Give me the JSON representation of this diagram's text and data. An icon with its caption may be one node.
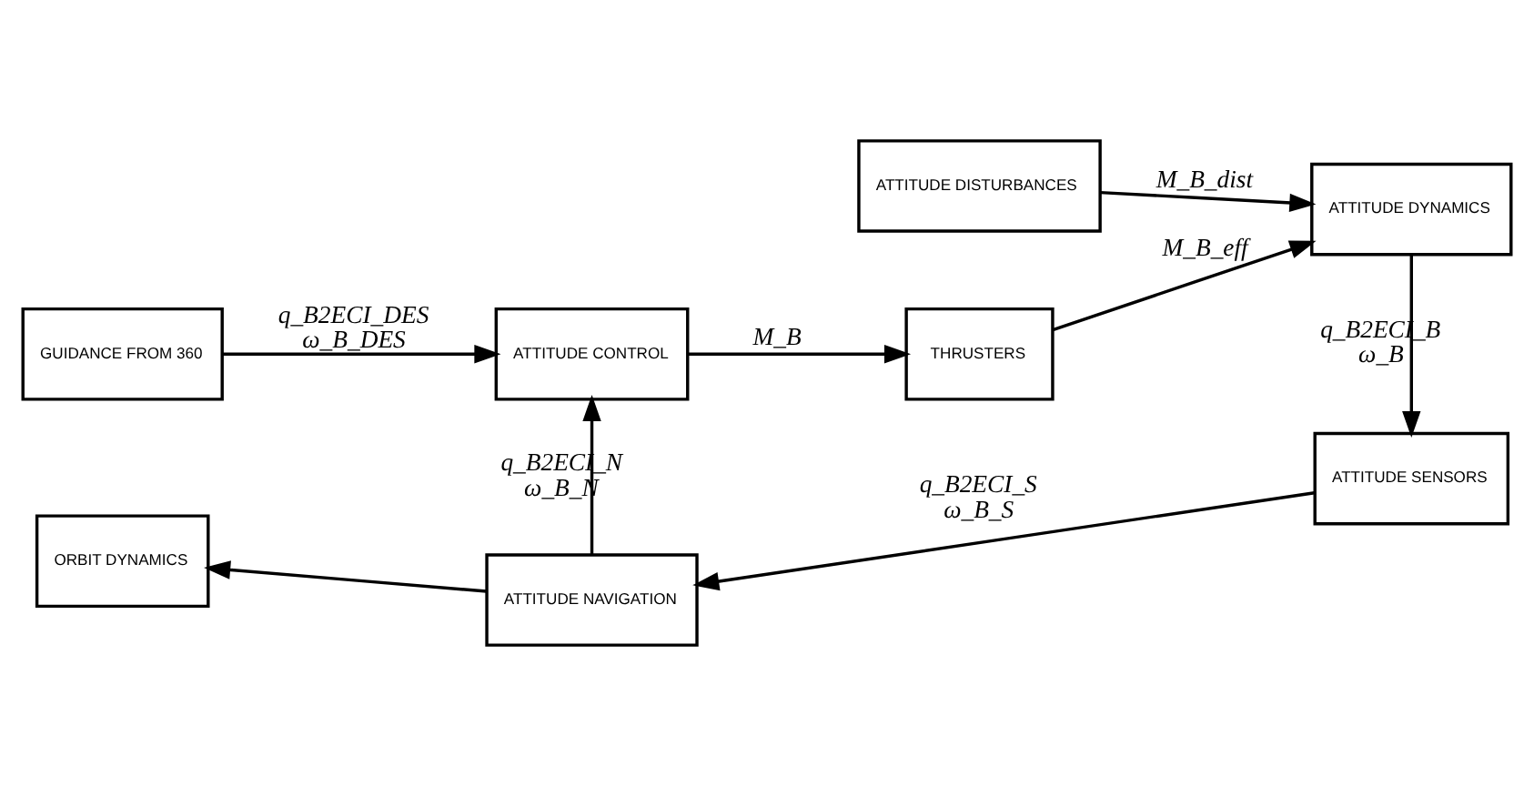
{
  "diagram": {
    "nodes": [
      {
        "text": [
          "ATTITUDE DISTURBANCES"
        ]
      },
      {
        "text": [
          "GUIDANCE FROM 360"
        ]
      },
      {
        "text": [
          "ATTITUDE CONTROL"
        ]
      },
      {
        "text": [
          "THRUSTERS"
        ]
      },
      {
        "text": [
          "ATTITUDE DYNAMICS"
        ]
      },
      {
        "text": [
          "ORBIT DYNAMICS"
        ]
      },
      {
        "text": [
          "ATTITUDE NAVIGATION"
        ]
      },
      {
        "text": [
          "ATTITUDE SENSORS"
        ]
      }
    ],
    "edges": [
      {
        "from": 1,
        "to": 2,
        "arrow": "to",
        "label": "q_B2ECI_DES ω_B_DES"
      },
      {
        "from": 2,
        "to": 3,
        "arrow": "to",
        "label": "M_B"
      },
      {
        "from": 3,
        "to": 4,
        "arrow": "to",
        "label": "M_B_eff"
      },
      {
        "from": 0,
        "to": 4,
        "arrow": "to",
        "label": "M_B_dist"
      },
      {
        "from": 4,
        "to": 7,
        "arrow": "to",
        "label": "q_B2ECI_B ω_B"
      },
      {
        "from": 7,
        "to": 6,
        "arrow": "to",
        "label": "q_B2ECI_S ω_B_S"
      },
      {
        "from": 6,
        "to": 2,
        "arrow": "to",
        "label": "q_B2ECI_N ω_B_N"
      },
      {
        "from": 6,
        "to": 5,
        "arrow": "to"
      }
    ]
  }
}
